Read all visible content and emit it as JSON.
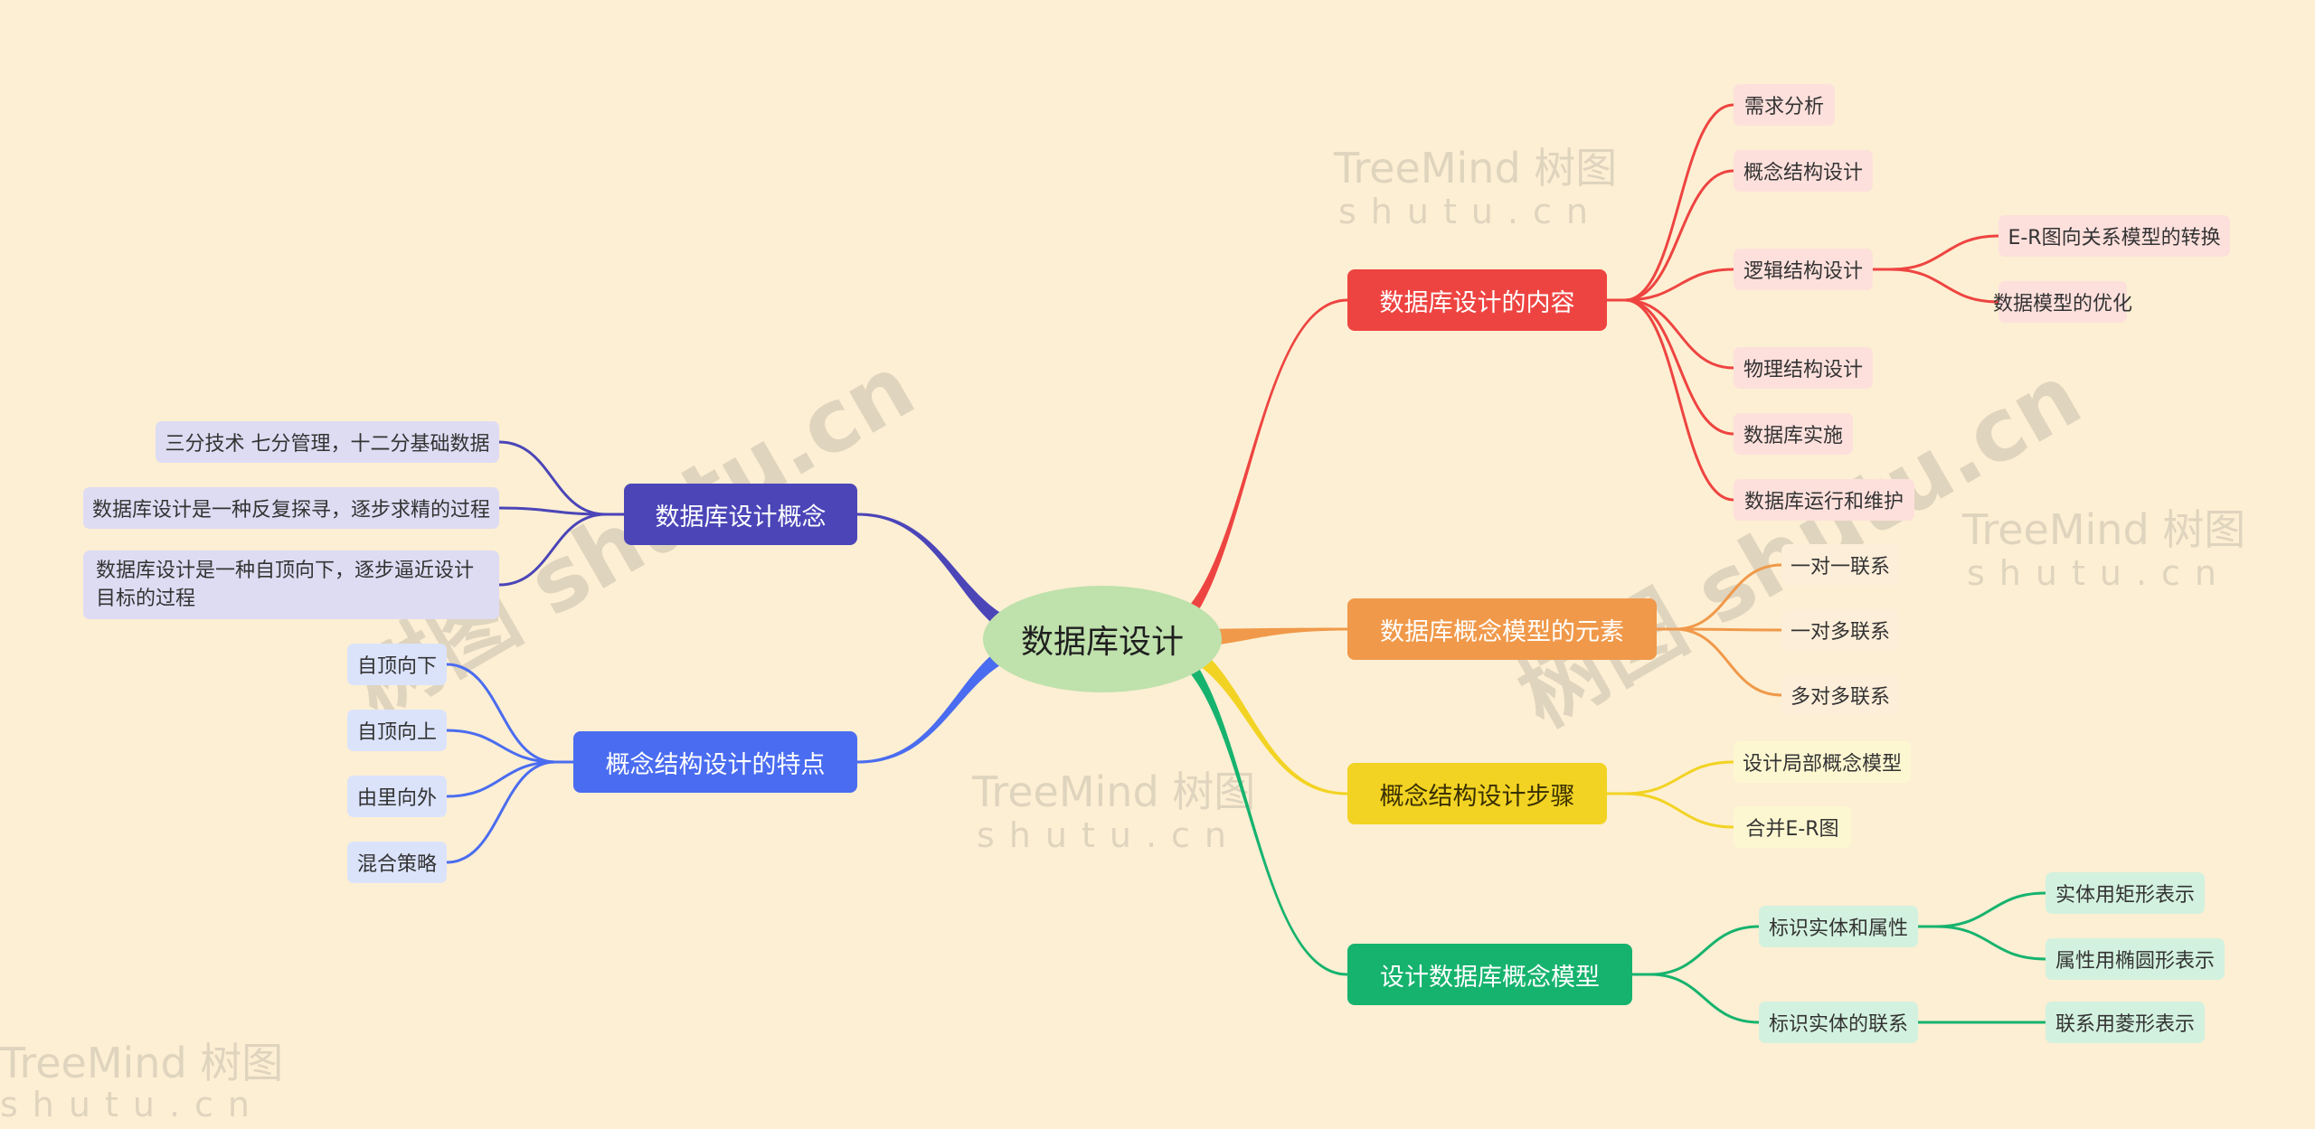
{
  "root": {
    "label": "数据库设计"
  },
  "branches": [
    {
      "id": "content",
      "label": "数据库设计的内容",
      "color": "#ee4441",
      "side": "right",
      "children": [
        {
          "label": "需求分析"
        },
        {
          "label": "概念结构设计"
        },
        {
          "label": "逻辑结构设计",
          "children": [
            {
              "label": "E-R图向关系模型的转换"
            },
            {
              "label": "数据模型的优化"
            }
          ]
        },
        {
          "label": "物理结构设计"
        },
        {
          "label": "数据库实施"
        },
        {
          "label": "数据库运行和维护"
        }
      ]
    },
    {
      "id": "elements",
      "label": "数据库概念模型的元素",
      "color": "#f0994a",
      "side": "right",
      "children": [
        {
          "label": "一对一联系"
        },
        {
          "label": "一对多联系"
        },
        {
          "label": "多对多联系"
        }
      ]
    },
    {
      "id": "steps",
      "label": "概念结构设计步骤",
      "color": "#f2d323",
      "side": "right",
      "children": [
        {
          "label": "设计局部概念模型"
        },
        {
          "label": "合并E-R图"
        }
      ]
    },
    {
      "id": "design",
      "label": "设计数据库概念模型",
      "color": "#16b36e",
      "side": "right",
      "children": [
        {
          "label": "标识实体和属性",
          "children": [
            {
              "label": "实体用矩形表示"
            },
            {
              "label": "属性用椭圆形表示"
            }
          ]
        },
        {
          "label": "标识实体的联系",
          "children": [
            {
              "label": "联系用菱形表示"
            }
          ]
        }
      ]
    },
    {
      "id": "concept",
      "label": "数据库设计概念",
      "color": "#4b45b8",
      "side": "left",
      "children": [
        {
          "label": "三分技术 七分管理，十二分基础数据"
        },
        {
          "label": "数据库设计是一种反复探寻，逐步求精的过程"
        },
        {
          "label": "数据库设计是一种自顶向下，逐步逼近设计目标的过程"
        }
      ]
    },
    {
      "id": "features",
      "label": "概念结构设计的特点",
      "color": "#4a6cf0",
      "side": "left",
      "children": [
        {
          "label": "自顶向下"
        },
        {
          "label": "自顶向上"
        },
        {
          "label": "由里向外"
        },
        {
          "label": "混合策略"
        }
      ]
    }
  ],
  "watermarks": {
    "big_text": "树图 shutu.cn",
    "brand": "TreeMind 树图",
    "sub": "shutu.cn"
  }
}
